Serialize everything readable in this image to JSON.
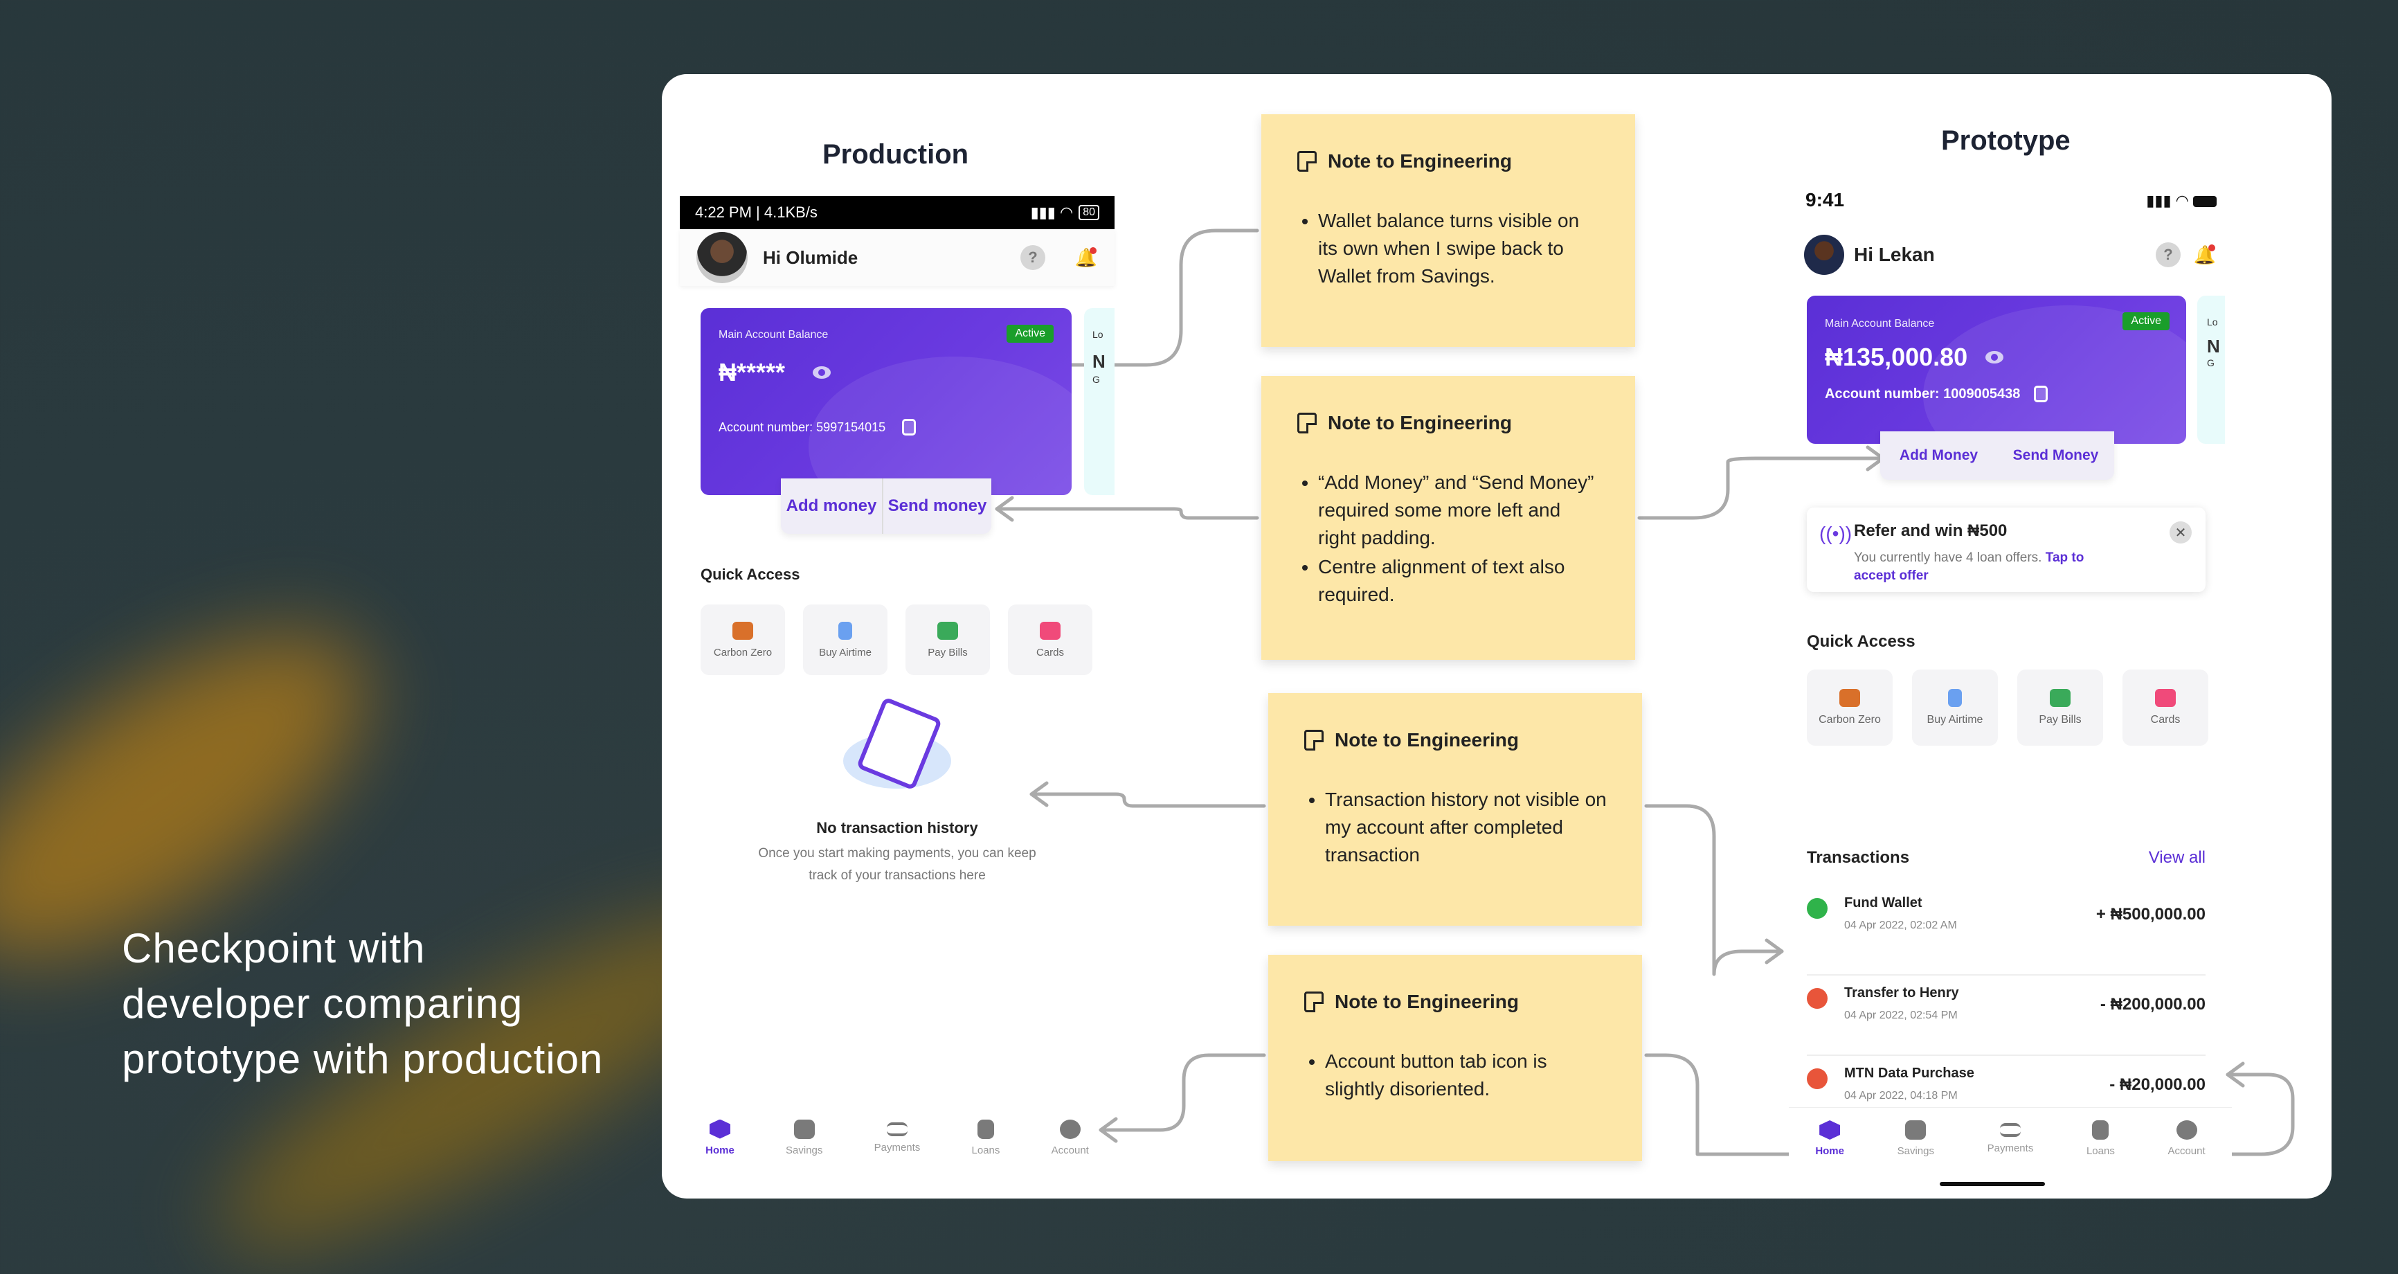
{
  "caption": "Checkpoint with developer comparing prototype with production",
  "production": {
    "title": "Production",
    "status": {
      "left": "4:22 PM | 4.1KB/s",
      "right": "80"
    },
    "greeting": "Hi Olumide",
    "card": {
      "label": "Main Account Balance",
      "badge": "Active",
      "balance": "₦*****",
      "account": "Account number: 5997154015"
    },
    "peek": {
      "a": "Lo",
      "b": "N",
      "c": "G"
    },
    "buttons": {
      "add": "Add money",
      "send": "Send money"
    },
    "quick_access_title": "Quick Access",
    "quick_access": [
      "Carbon Zero",
      "Buy Airtime",
      "Pay Bills",
      "Cards"
    ],
    "empty": {
      "title": "No transaction history",
      "desc1": "Once you start making payments, you can keep",
      "desc2": "track of your transactions here"
    },
    "nav": [
      "Home",
      "Savings",
      "Payments",
      "Loans",
      "Account"
    ]
  },
  "prototype": {
    "title": "Prototype",
    "time": "9:41",
    "greeting": "Hi Lekan",
    "card": {
      "label": "Main Account Balance",
      "badge": "Active",
      "balance": "₦135,000.80",
      "account": "Account number: 1009005438"
    },
    "peek": {
      "a": "Lo",
      "b": "N",
      "c": "G"
    },
    "buttons": {
      "add": "Add Money",
      "send": "Send Money"
    },
    "refer": {
      "title": "Refer and win ₦500",
      "desc": "You currently have 4 loan offers.",
      "link1": "Tap to",
      "link2": "accept offer"
    },
    "quick_access_title": "Quick Access",
    "quick_access": [
      "Carbon Zero",
      "Buy Airtime",
      "Pay Bills",
      "Cards"
    ],
    "transactions_title": "Transactions",
    "view_all": "View all",
    "transactions": [
      {
        "name": "Fund Wallet",
        "date": "04 Apr 2022,  02:02 AM",
        "amount": "+ ₦500,000.00"
      },
      {
        "name": "Transfer to Henry",
        "date": "04 Apr 2022,  02:54 PM",
        "amount": "- ₦200,000.00"
      },
      {
        "name": "MTN Data Purchase",
        "date": "04 Apr 2022,  04:18 PM",
        "amount": "- ₦20,000.00"
      }
    ],
    "nav": [
      "Home",
      "Savings",
      "Payments",
      "Loans",
      "Account"
    ]
  },
  "notes": [
    {
      "title": "Note to Engineering",
      "items": [
        "Wallet balance turns visible on its own when I swipe back to Wallet from Savings."
      ]
    },
    {
      "title": "Note to Engineering",
      "items": [
        "“Add Money” and “Send Money” required some more left and right padding.",
        "Centre alignment of text also required."
      ]
    },
    {
      "title": "Note to Engineering",
      "items": [
        "Transaction history not visible on my account after completed transaction"
      ]
    },
    {
      "title": "Note to Engineering",
      "items": [
        "Account button tab icon is slightly disoriented."
      ]
    }
  ]
}
